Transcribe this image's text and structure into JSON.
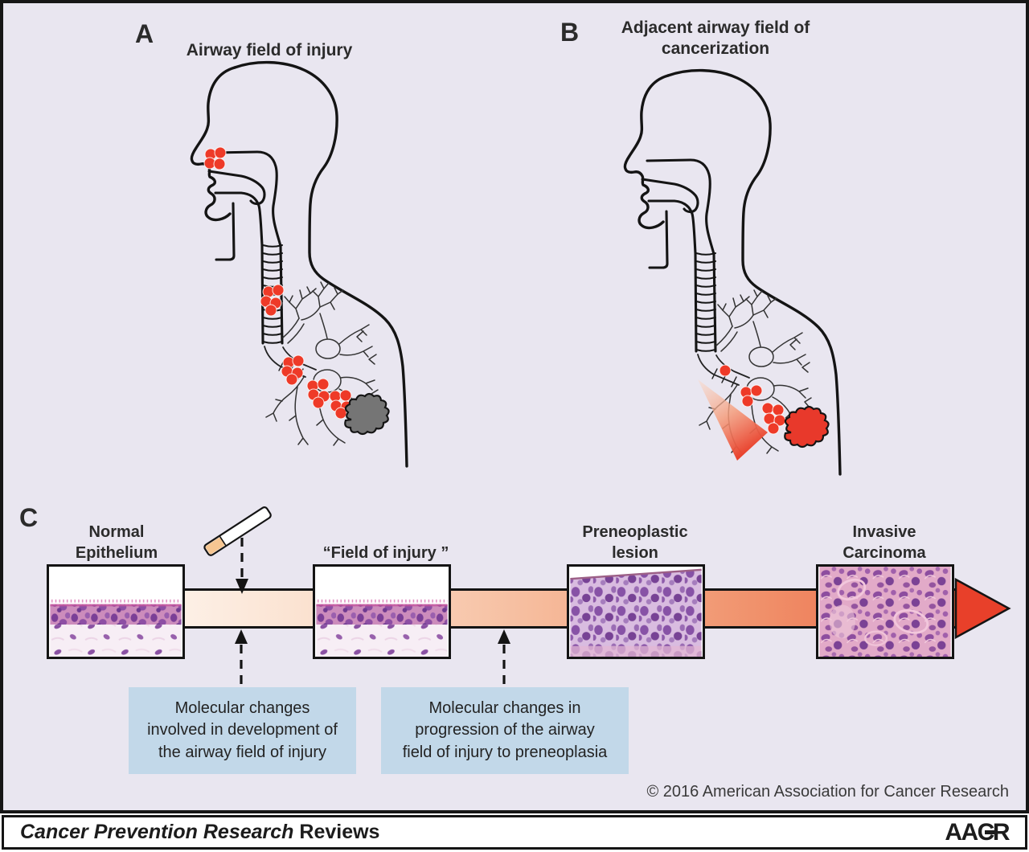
{
  "figure": {
    "panel_a": {
      "label": "A",
      "title": "Airway field of injury"
    },
    "panel_b": {
      "label": "B",
      "title_line1": "Adjacent airway field of",
      "title_line2": "cancerization"
    },
    "panel_c": {
      "label": "C",
      "stage_normal_line1": "Normal",
      "stage_normal_line2": "Epithelium",
      "stage_field": "“Field of  injury ”",
      "stage_preneo_line1": "Preneoplastic",
      "stage_preneo_line2": "lesion",
      "stage_invasive_line1": "Invasive",
      "stage_invasive_line2": "Carcinoma",
      "callout_development_line1": "Molecular changes",
      "callout_development_line2": "involved in development of",
      "callout_development_line3": "the airway field of injury",
      "callout_progression_line1": "Molecular changes in",
      "callout_progression_line2": "progression of the airway",
      "callout_progression_line3": "field of injury to preneoplasia"
    },
    "copyright": "© 2016 American Association for Cancer Research"
  },
  "footer": {
    "journal_title_italic": "Cancer Prevention Research",
    "journal_title_suffix": " Reviews",
    "logo_left": "AAC",
    "logo_right": "R"
  },
  "colors": {
    "background": "#e9e6f0",
    "injury_dot_red": "#ee3a28",
    "arrowhead_red": "#e8402a",
    "tumor_gray": "#757575",
    "tumor_red": "#e8392b",
    "callout_blue": "#c2d8e9",
    "band_gradient_start": "#fdf0e6",
    "band_gradient_end": "#eb6444"
  }
}
